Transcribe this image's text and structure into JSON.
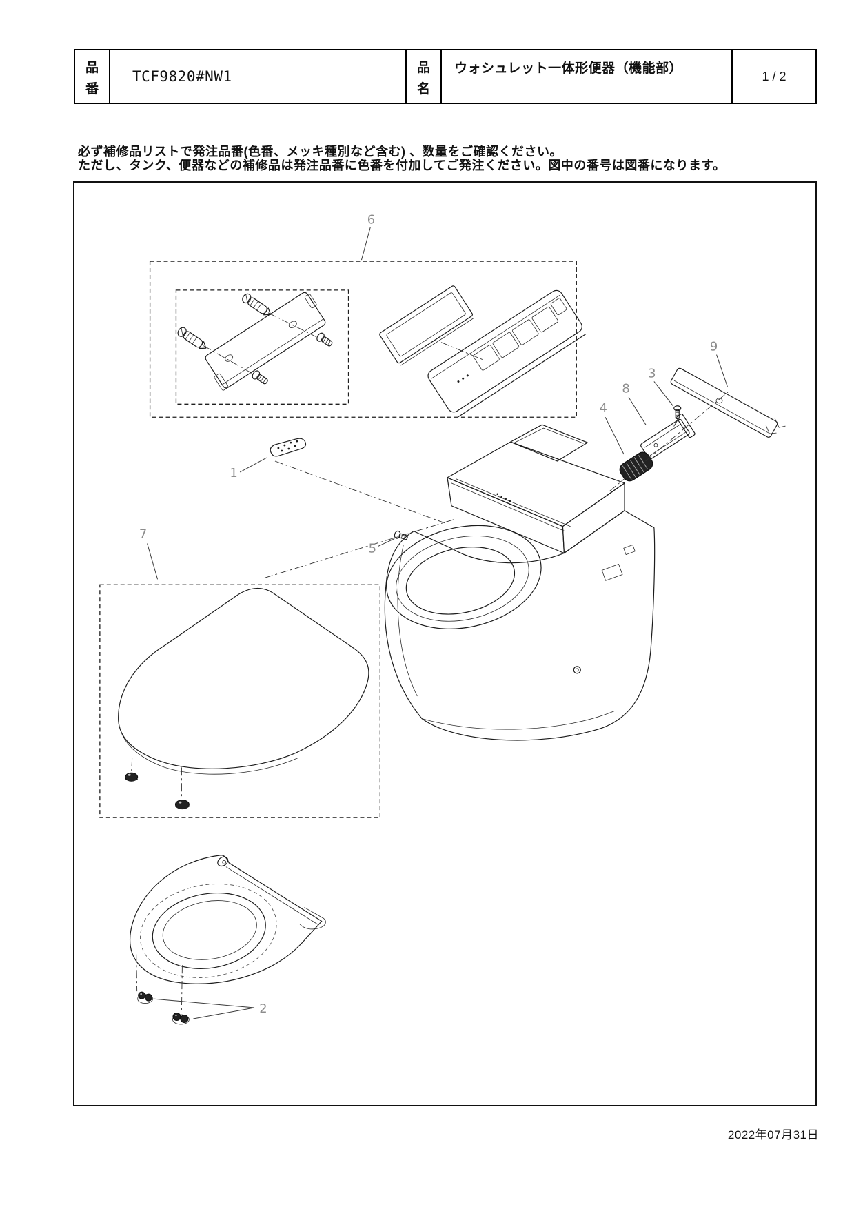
{
  "header": {
    "part_no_label_top": "品",
    "part_no_label_bottom": "番",
    "part_no": "TCF9820#NW1",
    "name_label_top": "品",
    "name_label_bottom": "名",
    "product_name": "ウォシュレット一体形便器（機能部）",
    "page_indicator": "1 / 2"
  },
  "notes": {
    "line1": "必ず補修品リストで発注品番(色番、メッキ種別など含む) 、数量をご確認ください。",
    "line2": "ただし、タンク、便器などの補修品は発注品番に色番を付加してご発注ください。図中の番号は図番になります。"
  },
  "diagram": {
    "callouts": {
      "n1": "1",
      "n2": "2",
      "n3": "3",
      "n4": "4",
      "n5": "5",
      "n6": "6",
      "n7": "7",
      "n8": "8",
      "n9": "9"
    }
  },
  "footer": {
    "date": "2022年07月31日"
  },
  "colors": {
    "line": "#1c1c1c",
    "callout_gray": "#8c8c8c",
    "paper": "#ffffff"
  }
}
